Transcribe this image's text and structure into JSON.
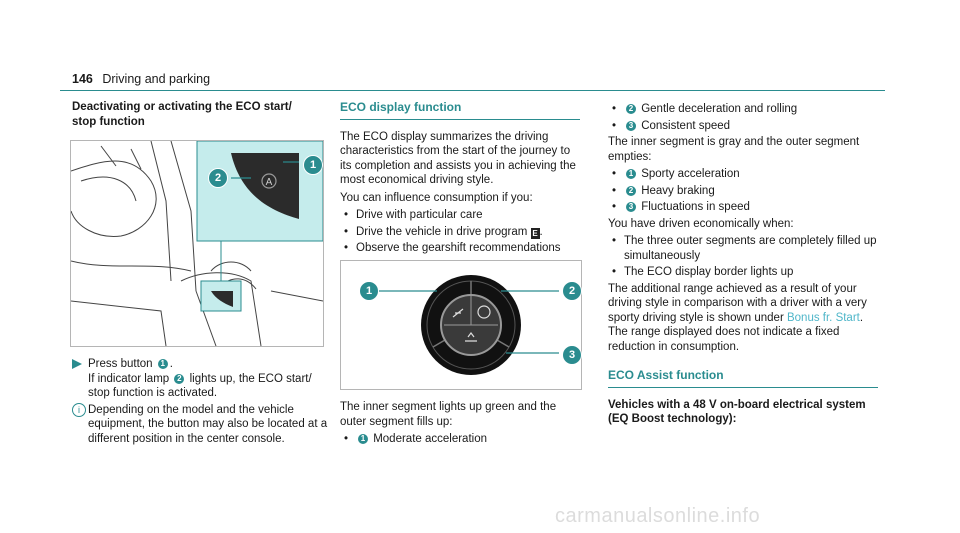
{
  "header": {
    "page_number": "146",
    "title": "Driving and parking"
  },
  "left": {
    "heading_line1": "Deactivating or activating the ECO start/",
    "heading_line2": "stop function",
    "figure_callouts": [
      "1",
      "2"
    ],
    "step_text_before": "Press button",
    "step_text_after": ".",
    "step2_before": "If indicator lamp",
    "step2_after": "lights up, the ECO start/",
    "step2_line2": "stop function is activated.",
    "note": "Depending on the model and the vehicle equipment, the button may also be located at a different position in the center console."
  },
  "middle": {
    "section_title": "ECO display function",
    "intro": "The ECO display summarizes the driving characteristics from the start of the journey to its completion and assists you in achieving the most economical driving style.",
    "influence": "You can influence consumption if you:",
    "bullets": [
      "Drive with particular care",
      "Drive the vehicle in drive program",
      "Observe the gearshift recommendations"
    ],
    "drive_program_symbol": "E",
    "figure_callouts": [
      "1",
      "2",
      "3"
    ],
    "inner_text": "The inner segment lights up green and the outer segment fills up:",
    "fill_items": [
      {
        "num": "1",
        "text": "Moderate acceleration"
      }
    ]
  },
  "right": {
    "fill_items_cont": [
      {
        "num": "2",
        "text": "Gentle deceleration and rolling"
      },
      {
        "num": "3",
        "text": "Consistent speed"
      }
    ],
    "gray_text": "The inner segment is gray and the outer segment empties:",
    "gray_items": [
      {
        "num": "1",
        "text": "Sporty acceleration"
      },
      {
        "num": "2",
        "text": "Heavy braking"
      },
      {
        "num": "3",
        "text": "Fluctuations in speed"
      }
    ],
    "economical_text": "You have driven economically when:",
    "econ_items": [
      "The three outer segments are completely filled up simultaneously",
      "The ECO display border lights up"
    ],
    "range_text_before": "The additional range achieved as a result of your driving style in comparison with a driver with a very sporty driving style is shown under",
    "range_link": "Bonus fr. Start",
    "range_text_after": ". The range displayed does not indicate a fixed reduction in consumption.",
    "assist_title": "ECO Assist function",
    "vehicles_heading": "Vehicles with a 48 V on-board electrical system (EQ Boost technology):"
  },
  "footer": {
    "watermark": "carmanualsonline.info"
  },
  "colors": {
    "accent": "#2a8c8f",
    "link": "#4fb6c9",
    "highlight": "#c5ecec"
  }
}
